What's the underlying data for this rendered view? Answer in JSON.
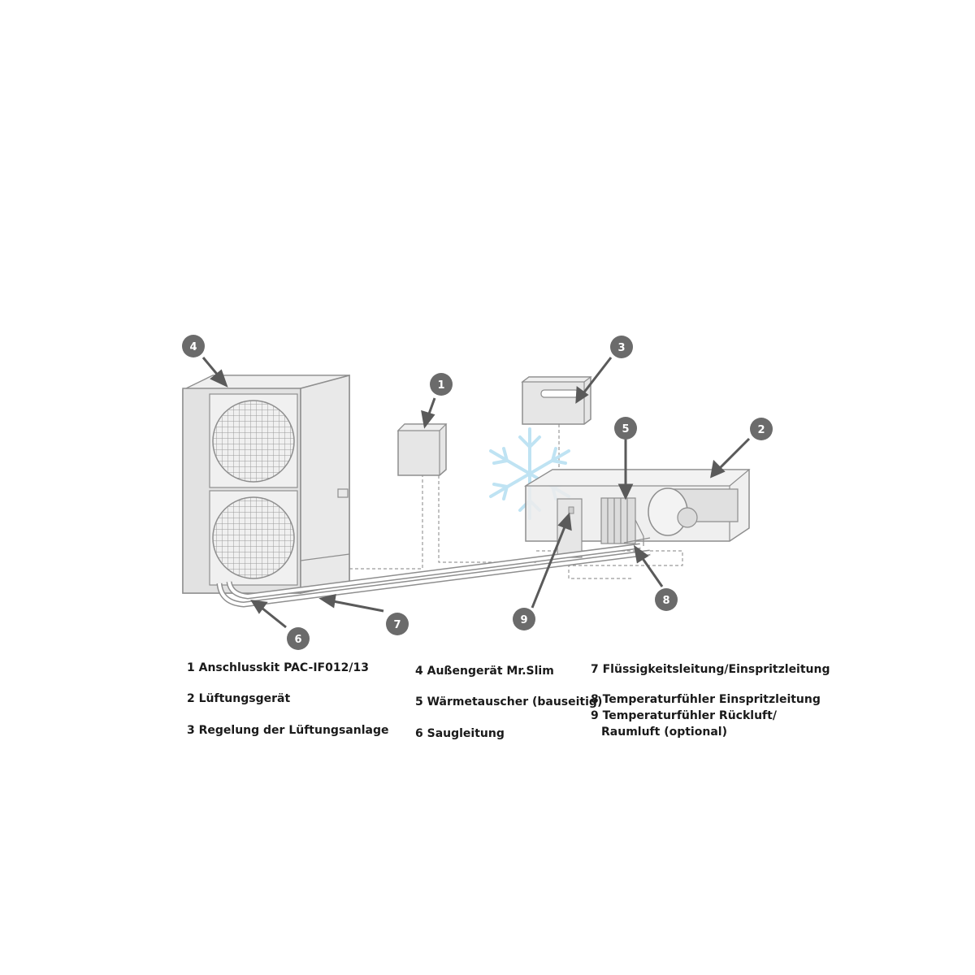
{
  "colors": {
    "line": "#8e8e8e",
    "fill": "#e6e6e6",
    "badge": "#6b6b6b",
    "arrow": "#5a5a5a",
    "snowflake": "#bfe3f3"
  },
  "badges": {
    "b1": "1",
    "b2": "2",
    "b3": "3",
    "b4": "4",
    "b5": "5",
    "b6": "6",
    "b7": "7",
    "b8": "8",
    "b9": "9"
  },
  "legend": {
    "item1": "1 Anschlusskit PAC-IF012/13",
    "item2": "2 Lüftungsgerät",
    "item3": "3 Regelung der Lüftungsanlage",
    "item4": "4 Außengerät Mr.Slim",
    "item5": "5 Wärmetauscher (bauseitig)",
    "item6": "6 Saugleitung",
    "item7": "7 Flüssigkeitsleitung/Einspritzleitung",
    "item8": "8 Temperaturfühler Einspritzleitung",
    "item9_line1": "9 Temperaturfühler Rückluft/",
    "item9_line2": "Raumluft (optional)"
  }
}
